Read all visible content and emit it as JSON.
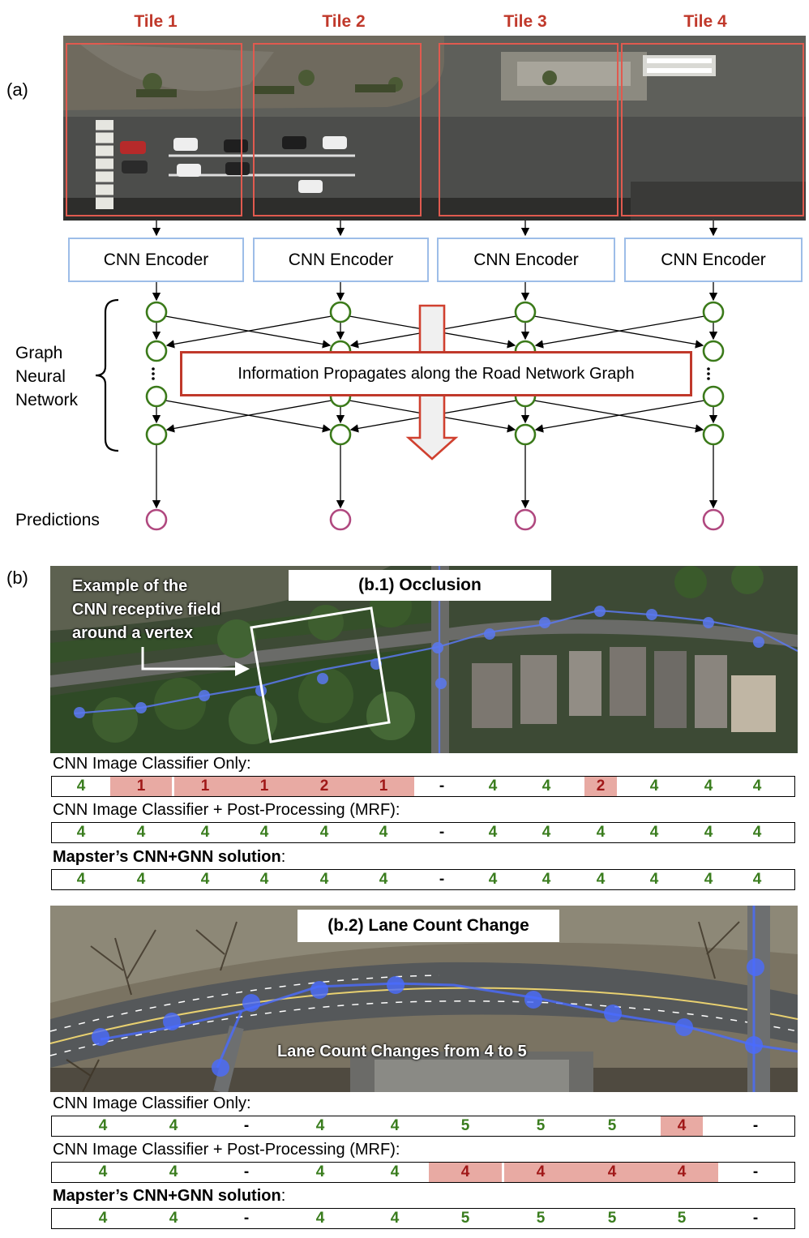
{
  "panel_a": {
    "label": "(a)",
    "tiles": [
      "Tile 1",
      "Tile 2",
      "Tile 3",
      "Tile 4"
    ],
    "encoder_label": "CNN Encoder",
    "gnn_label_lines": [
      "Graph",
      "Neural",
      "Network"
    ],
    "banner": "Information Propagates along the Road Network Graph",
    "predictions_label": "Predictions",
    "colors": {
      "tile_border": "#e05a4f",
      "encoder_border": "#9dbde8",
      "node": "#3b7a1a",
      "prediction": "#b0487f",
      "arrow": "#d0402f"
    }
  },
  "panel_b": {
    "label": "(b)",
    "b1": {
      "title": "(b.1) Occlusion",
      "callout_lines": [
        "Example of the",
        "CNN receptive field",
        "around a vertex"
      ],
      "rows": [
        {
          "label": "CNN Image Classifier Only:",
          "bold": false,
          "cells": [
            [
              "4",
              "ok"
            ],
            [
              "1",
              "err"
            ],
            [
              "1",
              "err"
            ],
            [
              "1",
              "err"
            ],
            [
              "2",
              "err"
            ],
            [
              "1",
              "err"
            ],
            [
              "-",
              "dash"
            ],
            [
              "4",
              "ok"
            ],
            [
              "4",
              "ok"
            ],
            [
              "2",
              "err"
            ],
            [
              "4",
              "ok"
            ],
            [
              "4",
              "ok"
            ],
            [
              "4",
              "ok"
            ]
          ]
        },
        {
          "label": "CNN Image Classifier + Post-Processing (MRF):",
          "bold": false,
          "cells": [
            [
              "4",
              "ok"
            ],
            [
              "4",
              "ok"
            ],
            [
              "4",
              "ok"
            ],
            [
              "4",
              "ok"
            ],
            [
              "4",
              "ok"
            ],
            [
              "4",
              "ok"
            ],
            [
              "-",
              "dash"
            ],
            [
              "4",
              "ok"
            ],
            [
              "4",
              "ok"
            ],
            [
              "4",
              "ok"
            ],
            [
              "4",
              "ok"
            ],
            [
              "4",
              "ok"
            ],
            [
              "4",
              "ok"
            ]
          ]
        },
        {
          "label_bold": "Mapster’s CNN+GNN solution",
          "label_rest": ":",
          "bold": true,
          "cells": [
            [
              "4",
              "ok"
            ],
            [
              "4",
              "ok"
            ],
            [
              "4",
              "ok"
            ],
            [
              "4",
              "ok"
            ],
            [
              "4",
              "ok"
            ],
            [
              "4",
              "ok"
            ],
            [
              "-",
              "dash"
            ],
            [
              "4",
              "ok"
            ],
            [
              "4",
              "ok"
            ],
            [
              "4",
              "ok"
            ],
            [
              "4",
              "ok"
            ],
            [
              "4",
              "ok"
            ],
            [
              "4",
              "ok"
            ]
          ]
        }
      ]
    },
    "b2": {
      "title": "(b.2) Lane Count Change",
      "overlay": "Lane Count Changes from 4 to 5",
      "rows": [
        {
          "label": "CNN Image Classifier Only:",
          "bold": false,
          "cells": [
            [
              "4",
              "ok"
            ],
            [
              "4",
              "ok"
            ],
            [
              "-",
              "dash"
            ],
            [
              "4",
              "ok"
            ],
            [
              "4",
              "ok"
            ],
            [
              "5",
              "ok"
            ],
            [
              "5",
              "ok"
            ],
            [
              "5",
              "ok"
            ],
            [
              "4",
              "err"
            ],
            [
              "-",
              "dash"
            ]
          ]
        },
        {
          "label": "CNN Image Classifier + Post-Processing (MRF):",
          "bold": false,
          "cells": [
            [
              "4",
              "ok"
            ],
            [
              "4",
              "ok"
            ],
            [
              "-",
              "dash"
            ],
            [
              "4",
              "ok"
            ],
            [
              "4",
              "ok"
            ],
            [
              "4",
              "err"
            ],
            [
              "4",
              "err"
            ],
            [
              "4",
              "err"
            ],
            [
              "4",
              "err"
            ],
            [
              "-",
              "dash"
            ]
          ]
        },
        {
          "label_bold": "Mapster’s CNN+GNN solution",
          "label_rest": ":",
          "bold": true,
          "cells": [
            [
              "4",
              "ok"
            ],
            [
              "4",
              "ok"
            ],
            [
              "-",
              "dash"
            ],
            [
              "4",
              "ok"
            ],
            [
              "4",
              "ok"
            ],
            [
              "5",
              "ok"
            ],
            [
              "5",
              "ok"
            ],
            [
              "5",
              "ok"
            ],
            [
              "5",
              "ok"
            ],
            [
              "-",
              "dash"
            ]
          ]
        }
      ]
    }
  }
}
